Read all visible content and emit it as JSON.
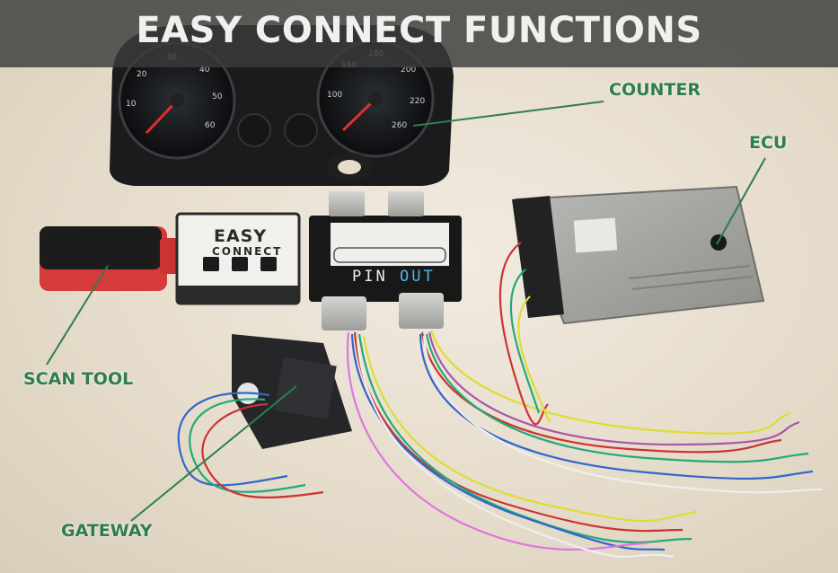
{
  "title": "EASY CONNECT FUNCTIONS",
  "labels": {
    "counter": "COUNTER",
    "ecu": "ECU",
    "scan_tool": "SCAN TOOL",
    "gateway": "GATEWAY"
  },
  "device": {
    "brand_line1": "EASY",
    "brand_line2": "CONNECT",
    "pin_label": "PIN",
    "out_label": "OUT"
  },
  "colors": {
    "label_green": "#2e7d4f",
    "title_bar": "#3c3c3c",
    "pinout_blue": "#4fb8e8"
  }
}
